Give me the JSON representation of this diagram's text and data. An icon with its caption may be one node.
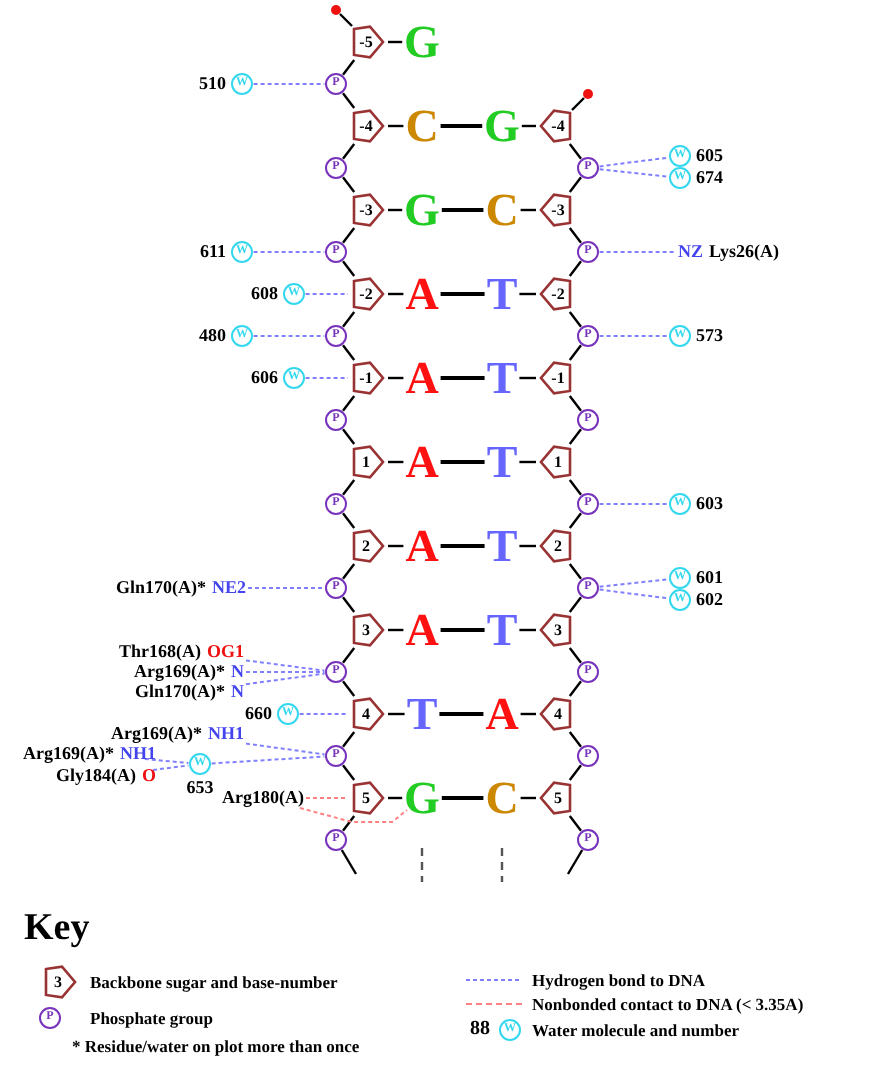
{
  "diagram": {
    "nodes": [
      {
        "text": [],
        "shape": "circle"
      },
      {
        "text": [
          "-5"
        ]
      },
      {
        "text": [
          "G"
        ]
      },
      {
        "text": [
          "W"
        ],
        "beside": [
          "510"
        ]
      },
      {
        "text": [
          "P"
        ]
      },
      {
        "text": [],
        "shape": "circle"
      },
      {
        "text": [
          "-4"
        ]
      },
      {
        "text": [
          "C"
        ]
      },
      {
        "text": [
          "G"
        ]
      },
      {
        "text": [
          "-4"
        ]
      },
      {
        "text": [
          "P"
        ]
      },
      {
        "text": [
          "P"
        ]
      },
      {
        "text": [
          "W"
        ],
        "beside": [
          "605"
        ]
      },
      {
        "text": [
          "W"
        ],
        "beside": [
          "674"
        ]
      },
      {
        "text": [
          "-3"
        ]
      },
      {
        "text": [
          "G"
        ]
      },
      {
        "text": [
          "C"
        ]
      },
      {
        "text": [
          "-3"
        ]
      },
      {
        "text": [
          "W"
        ],
        "beside": [
          "611"
        ]
      },
      {
        "text": [
          "P"
        ]
      },
      {
        "text": [
          "P"
        ]
      },
      {
        "text": [
          "NZ",
          "Lys26(A)"
        ]
      },
      {
        "text": [
          "W"
        ],
        "beside": [
          "608"
        ]
      },
      {
        "text": [
          "-2"
        ]
      },
      {
        "text": [
          "A"
        ]
      },
      {
        "text": [
          "T"
        ]
      },
      {
        "text": [
          "-2"
        ]
      },
      {
        "text": [
          "W"
        ],
        "beside": [
          "480"
        ]
      },
      {
        "text": [
          "P"
        ]
      },
      {
        "text": [
          "P"
        ]
      },
      {
        "text": [
          "W"
        ],
        "beside": [
          "573"
        ]
      },
      {
        "text": [
          "W"
        ],
        "beside": [
          "606"
        ]
      },
      {
        "text": [
          "-1"
        ]
      },
      {
        "text": [
          "A"
        ]
      },
      {
        "text": [
          "T"
        ]
      },
      {
        "text": [
          "-1"
        ]
      },
      {
        "text": [
          "P"
        ]
      },
      {
        "text": [
          "P"
        ]
      },
      {
        "text": [
          "1"
        ]
      },
      {
        "text": [
          "A"
        ]
      },
      {
        "text": [
          "T"
        ]
      },
      {
        "text": [
          "1"
        ]
      },
      {
        "text": [
          "P"
        ]
      },
      {
        "text": [
          "P"
        ]
      },
      {
        "text": [
          "W"
        ],
        "beside": [
          "603"
        ]
      },
      {
        "text": [
          "2"
        ]
      },
      {
        "text": [
          "A"
        ]
      },
      {
        "text": [
          "T"
        ]
      },
      {
        "text": [
          "2"
        ]
      },
      {
        "text": [
          "Gln170(A)*",
          "NE2"
        ]
      },
      {
        "text": [
          "P"
        ]
      },
      {
        "text": [
          "P"
        ]
      },
      {
        "text": [
          "W"
        ],
        "beside": [
          "601"
        ]
      },
      {
        "text": [
          "W"
        ],
        "beside": [
          "602"
        ]
      },
      {
        "text": [
          "3"
        ]
      },
      {
        "text": [
          "A"
        ]
      },
      {
        "text": [
          "T"
        ]
      },
      {
        "text": [
          "3"
        ]
      },
      {
        "text": [
          "Thr168(A)",
          "OG1"
        ]
      },
      {
        "text": [
          "Arg169(A)*",
          "N"
        ]
      },
      {
        "text": [
          "Gln170(A)*",
          "N"
        ]
      },
      {
        "text": [
          "P"
        ]
      },
      {
        "text": [
          "P"
        ]
      },
      {
        "text": [
          "W"
        ],
        "beside": [
          "660"
        ]
      },
      {
        "text": [
          "4"
        ]
      },
      {
        "text": [
          "T"
        ]
      },
      {
        "text": [
          "A"
        ]
      },
      {
        "text": [
          "4"
        ]
      },
      {
        "text": [
          "Arg169(A)*",
          "NH1"
        ]
      },
      {
        "text": [
          "Arg169(A)*",
          "NH1"
        ]
      },
      {
        "text": [
          "Gly184(A)",
          "O"
        ]
      },
      {
        "text": [
          "W"
        ],
        "beside": [
          "653"
        ]
      },
      {
        "text": [
          "P"
        ]
      },
      {
        "text": [
          "P"
        ]
      },
      {
        "text": [
          "Arg180(A)"
        ]
      },
      {
        "text": [
          "5"
        ]
      },
      {
        "text": [
          "G"
        ]
      },
      {
        "text": [
          "C"
        ]
      },
      {
        "text": [
          "5"
        ]
      },
      {
        "text": [
          "P"
        ]
      },
      {
        "text": [
          "P"
        ]
      }
    ],
    "edges": [
      {
        "from": 0,
        "to": 1,
        "arrow": "none"
      },
      {
        "from": 1,
        "to": 4,
        "arrow": "none"
      },
      {
        "from": 4,
        "to": 6,
        "arrow": "none"
      },
      {
        "from": 6,
        "to": 10,
        "arrow": "none"
      },
      {
        "from": 10,
        "to": 14,
        "arrow": "none"
      },
      {
        "from": 14,
        "to": 19,
        "arrow": "none"
      },
      {
        "from": 19,
        "to": 23,
        "arrow": "none"
      },
      {
        "from": 23,
        "to": 28,
        "arrow": "none"
      },
      {
        "from": 28,
        "to": 32,
        "arrow": "none"
      },
      {
        "from": 32,
        "to": 36,
        "arrow": "none"
      },
      {
        "from": 36,
        "to": 38,
        "arrow": "none"
      },
      {
        "from": 38,
        "to": 42,
        "arrow": "none"
      },
      {
        "from": 42,
        "to": 45,
        "arrow": "none"
      },
      {
        "from": 45,
        "to": 50,
        "arrow": "none"
      },
      {
        "from": 50,
        "to": 54,
        "arrow": "none"
      },
      {
        "from": 54,
        "to": 61,
        "arrow": "none"
      },
      {
        "from": 61,
        "to": 64,
        "arrow": "none"
      },
      {
        "from": 64,
        "to": 72,
        "arrow": "none"
      },
      {
        "from": 72,
        "to": 75,
        "arrow": "none"
      },
      {
        "from": 75,
        "to": 79,
        "arrow": "none"
      },
      {
        "from": 79,
        "to": null,
        "arrow": "none"
      },
      {
        "from": 5,
        "to": 9,
        "arrow": "none"
      },
      {
        "from": 9,
        "to": 11,
        "arrow": "none"
      },
      {
        "from": 11,
        "to": 17,
        "arrow": "none"
      },
      {
        "from": 17,
        "to": 20,
        "arrow": "none"
      },
      {
        "from": 20,
        "to": 26,
        "arrow": "none"
      },
      {
        "from": 26,
        "to": 29,
        "arrow": "none"
      },
      {
        "from": 29,
        "to": 35,
        "arrow": "none"
      },
      {
        "from": 35,
        "to": 37,
        "arrow": "none"
      },
      {
        "from": 37,
        "to": 41,
        "arrow": "none"
      },
      {
        "from": 41,
        "to": 43,
        "arrow": "none"
      },
      {
        "from": 43,
        "to": 48,
        "arrow": "none"
      },
      {
        "from": 48,
        "to": 51,
        "arrow": "none"
      },
      {
        "from": 51,
        "to": 57,
        "arrow": "none"
      },
      {
        "from": 57,
        "to": 62,
        "arrow": "none"
      },
      {
        "from": 62,
        "to": 67,
        "arrow": "none"
      },
      {
        "from": 67,
        "to": 73,
        "arrow": "none"
      },
      {
        "from": 73,
        "to": 78,
        "arrow": "none"
      },
      {
        "from": 78,
        "to": 80,
        "arrow": "none"
      },
      {
        "from": 80,
        "to": null,
        "arrow": "none"
      },
      {
        "from": 1,
        "to": 2,
        "arrow": "none"
      },
      {
        "from": 6,
        "to": 7,
        "arrow": "none"
      },
      {
        "from": 9,
        "to": 8,
        "arrow": "none"
      },
      {
        "from": 14,
        "to": 15,
        "arrow": "none"
      },
      {
        "from": 17,
        "to": 16,
        "arrow": "none"
      },
      {
        "from": 23,
        "to": 24,
        "arrow": "none"
      },
      {
        "from": 26,
        "to": 25,
        "arrow": "none"
      },
      {
        "from": 32,
        "to": 33,
        "arrow": "none"
      },
      {
        "from": 35,
        "to": 34,
        "arrow": "none"
      },
      {
        "from": 38,
        "to": 39,
        "arrow": "none"
      },
      {
        "from": 41,
        "to": 40,
        "arrow": "none"
      },
      {
        "from": 45,
        "to": 46,
        "arrow": "none"
      },
      {
        "from": 48,
        "to": 47,
        "arrow": "none"
      },
      {
        "from": 54,
        "to": 55,
        "arrow": "none"
      },
      {
        "from": 57,
        "to": 56,
        "arrow": "none"
      },
      {
        "from": 64,
        "to": 65,
        "arrow": "none"
      },
      {
        "from": 67,
        "to": 66,
        "arrow": "none"
      },
      {
        "from": 75,
        "to": 76,
        "arrow": "none"
      },
      {
        "from": 78,
        "to": 77,
        "arrow": "none"
      },
      {
        "from": 7,
        "to": 8,
        "arrow": "none"
      },
      {
        "from": 15,
        "to": 16,
        "arrow": "none"
      },
      {
        "from": 24,
        "to": 25,
        "arrow": "none"
      },
      {
        "from": 33,
        "to": 34,
        "arrow": "none"
      },
      {
        "from": 39,
        "to": 40,
        "arrow": "none"
      },
      {
        "from": 46,
        "to": 47,
        "arrow": "none"
      },
      {
        "from": 55,
        "to": 56,
        "arrow": "none"
      },
      {
        "from": 65,
        "to": 66,
        "arrow": "none"
      },
      {
        "from": 76,
        "to": 77,
        "arrow": "none"
      },
      {
        "from": 3,
        "to": 4,
        "arrow": "none",
        "style": "dashed",
        "color": "#8080ff"
      },
      {
        "from": 11,
        "to": 12,
        "arrow": "none",
        "style": "dashed",
        "color": "#8080ff"
      },
      {
        "from": 11,
        "to": 13,
        "arrow": "none",
        "style": "dashed",
        "color": "#8080ff"
      },
      {
        "from": 18,
        "to": 19,
        "arrow": "none",
        "style": "dashed",
        "color": "#8080ff"
      },
      {
        "from": 20,
        "to": 21,
        "arrow": "none",
        "style": "dashed",
        "color": "#8080ff"
      },
      {
        "from": 22,
        "to": 23,
        "arrow": "none",
        "style": "dashed",
        "color": "#8080ff"
      },
      {
        "from": 27,
        "to": 28,
        "arrow": "none",
        "style": "dashed",
        "color": "#8080ff"
      },
      {
        "from": 29,
        "to": 30,
        "arrow": "none",
        "style": "dashed",
        "color": "#8080ff"
      },
      {
        "from": 31,
        "to": 32,
        "arrow": "none",
        "style": "dashed",
        "color": "#8080ff"
      },
      {
        "from": 43,
        "to": 44,
        "arrow": "none",
        "style": "dashed",
        "color": "#8080ff"
      },
      {
        "from": 49,
        "to": 50,
        "arrow": "none",
        "style": "dashed",
        "color": "#8080ff"
      },
      {
        "from": 51,
        "to": 52,
        "arrow": "none",
        "style": "dashed",
        "color": "#8080ff"
      },
      {
        "from": 51,
        "to": 53,
        "arrow": "none",
        "style": "dashed",
        "color": "#8080ff"
      },
      {
        "from": 58,
        "to": 61,
        "arrow": "none",
        "style": "dashed",
        "color": "#8080ff"
      },
      {
        "from": 59,
        "to": 61,
        "arrow": "none",
        "style": "dashed",
        "color": "#8080ff"
      },
      {
        "from": 60,
        "to": 61,
        "arrow": "none",
        "style": "dashed",
        "color": "#8080ff"
      },
      {
        "from": 63,
        "to": 64,
        "arrow": "none",
        "style": "dashed",
        "color": "#8080ff"
      },
      {
        "from": 68,
        "to": 72,
        "arrow": "none",
        "style": "dashed",
        "color": "#8080ff"
      },
      {
        "from": 69,
        "to": 71,
        "arrow": "none",
        "style": "dashed",
        "color": "#8080ff"
      },
      {
        "from": 70,
        "to": 71,
        "arrow": "none",
        "style": "dashed",
        "color": "#8080ff"
      },
      {
        "from": 71,
        "to": 72,
        "arrow": "none",
        "style": "dashed",
        "color": "#8080ff"
      },
      {
        "from": 74,
        "to": 75,
        "arrow": "none",
        "style": "dashed",
        "color": "#ff8080"
      },
      {
        "from": 74,
        "to": 76,
        "arrow": "none",
        "style": "dashed",
        "color": "#ff8080"
      }
    ],
    "labels": [
      "Key",
      "3",
      "P",
      "* Residue/water on plot more than once",
      "88",
      "W"
    ],
    "legend": [
      {
        "text": "Backbone sugar and base-number"
      },
      {
        "text": "Phosphate group"
      },
      {
        "text": "Hydrogen bond to DNA"
      },
      {
        "text": "Nonbonded contact to DNA (< 3.35A)"
      },
      {
        "text": "Water molecule and number"
      }
    ]
  }
}
